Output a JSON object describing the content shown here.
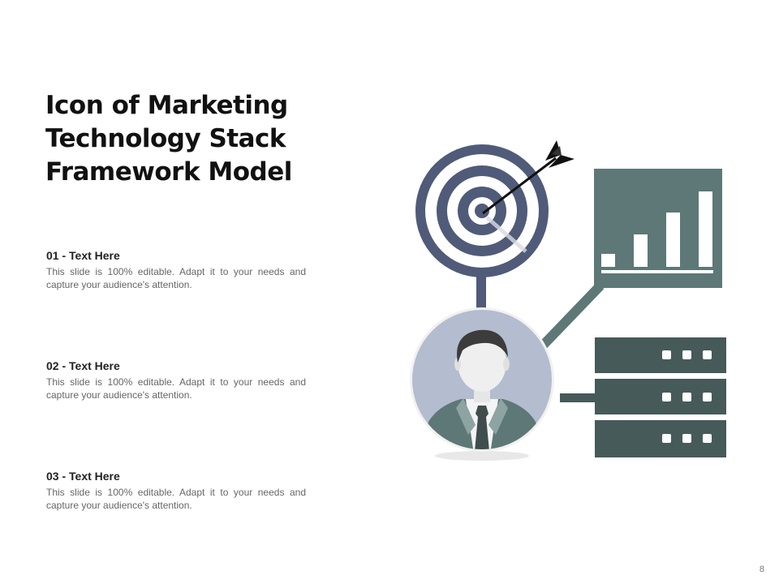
{
  "slide": {
    "title_lines": [
      "Icon of Marketing",
      "Technology Stack",
      "Framework Model"
    ],
    "items": [
      {
        "heading": "01 - Text Here",
        "body": "This slide is 100% editable. Adapt it to your needs and capture your audience's attention."
      },
      {
        "heading": "02 - Text Here",
        "body": "This slide is 100% editable. Adapt it to your needs and capture your audience's attention."
      },
      {
        "heading": "03 - Text Here",
        "body": "This slide is 100% editable. Adapt it to your needs and capture your audience's attention."
      }
    ],
    "page_number": "8"
  },
  "icons": [
    "target-icon",
    "arrow-icon",
    "bar-chart-icon",
    "server-rack-icon",
    "businessman-avatar-icon"
  ],
  "colors": {
    "target": "#4f5b78",
    "chart_panel": "#5d7877",
    "server": "#465a5a",
    "avatar_bg": "#b4bccf",
    "suit": "#5d7877",
    "hair": "#3c3c3c"
  }
}
